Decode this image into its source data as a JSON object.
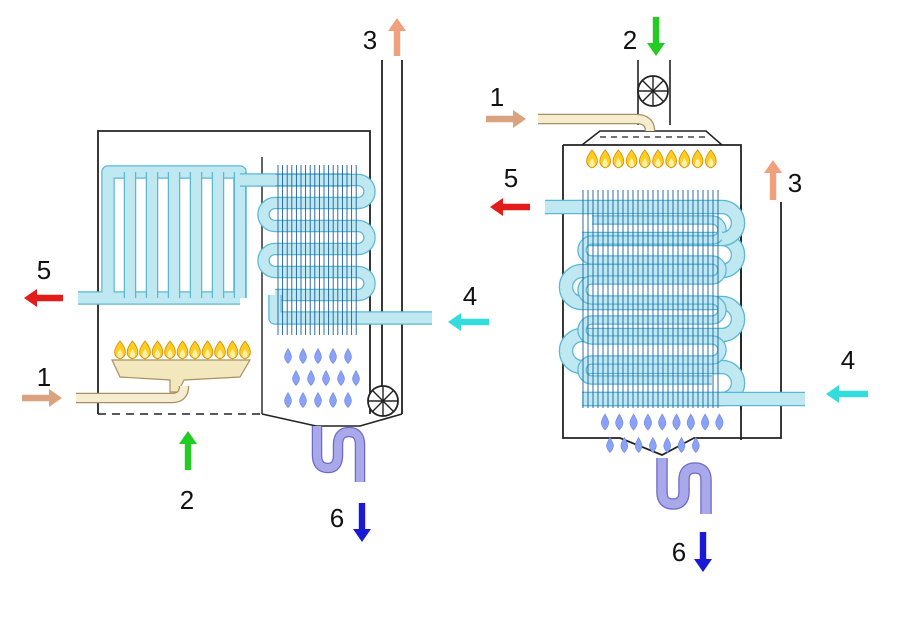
{
  "colors": {
    "gas": "#d9a37f",
    "air_in": "#22cc22",
    "exhaust": "#f0a07a",
    "cold_water": "#33dddd",
    "hot_water": "#e21b1b",
    "condensate": "#1a1ad6",
    "pipe_fill": "#bfe8f0",
    "pipe_stroke": "#5ab8d6",
    "fin": "#1a5f9e",
    "drop": "#8aa2f5",
    "drain": "#a8a8ea",
    "burner": "#f3e7be",
    "flame": "#ffcc22",
    "casing": "#222222"
  },
  "icons": {
    "fan": "fan-icon",
    "flame": "flame-icon",
    "drop": "condensate-drop-icon"
  },
  "left_boiler": {
    "labels": {
      "gas_inlet": "1",
      "air_inlet": "2",
      "flue_outlet": "3",
      "cold_water_inlet": "4",
      "hot_water_outlet": "5",
      "condensate_drain": "6"
    }
  },
  "right_boiler": {
    "labels": {
      "gas_inlet": "1",
      "air_inlet": "2",
      "flue_outlet": "3",
      "cold_water_inlet": "4",
      "hot_water_outlet": "5",
      "condensate_drain": "6"
    }
  }
}
